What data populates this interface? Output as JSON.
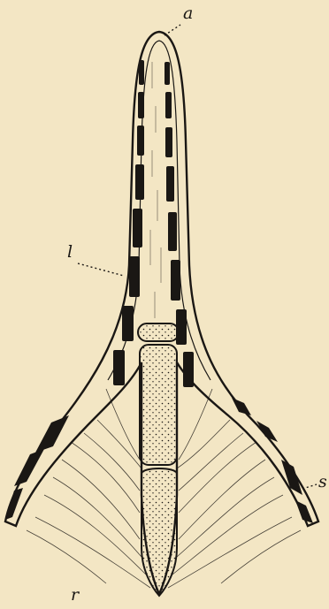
{
  "figure": {
    "background": "#f3e6c4",
    "ink": "#1a1714",
    "labels": {
      "a": "a",
      "l": "l",
      "s": "s",
      "r": "r"
    }
  }
}
